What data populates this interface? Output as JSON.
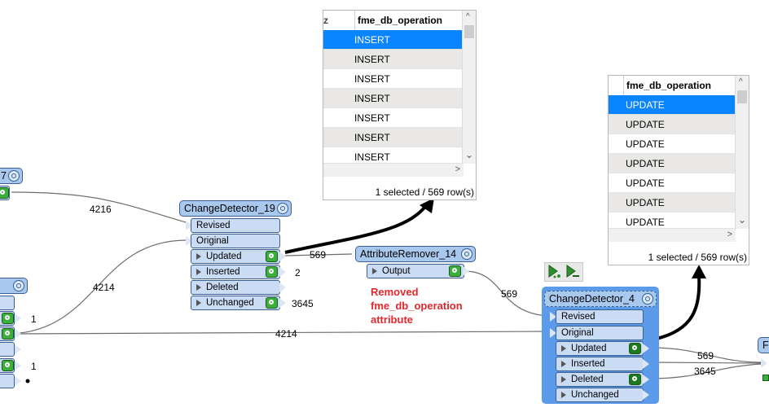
{
  "table_top": {
    "partial_header": "z",
    "column": "fme_db_operation",
    "rows": [
      "INSERT",
      "INSERT",
      "INSERT",
      "INSERT",
      "INSERT",
      "INSERT",
      "INSERT"
    ],
    "status": "1 selected / 569 row(s)",
    "scroll_up": "^",
    "scroll_down": "⌄",
    "scroll_right": ">"
  },
  "table_right": {
    "column": "fme_db_operation",
    "rows": [
      "UPDATE",
      "UPDATE",
      "UPDATE",
      "UPDATE",
      "UPDATE",
      "UPDATE",
      "UPDATE"
    ],
    "status": "1 selected / 569 row(s)",
    "scroll_up": "^",
    "scroll_down": "⌄",
    "scroll_right": ">"
  },
  "left_nodes": {
    "top_title_fragment": "7"
  },
  "change_detector_19": {
    "title": "ChangeDetector_19",
    "inputs": [
      "Revised",
      "Original"
    ],
    "outputs": [
      "Updated",
      "Inserted",
      "Deleted",
      "Unchanged"
    ]
  },
  "attribute_remover_14": {
    "title": "AttributeRemover_14",
    "outputs": [
      "Output"
    ]
  },
  "change_detector_4": {
    "title": "ChangeDetector_4",
    "inputs": [
      "Revised",
      "Original"
    ],
    "outputs": [
      "Updated",
      "Inserted",
      "Deleted",
      "Unchanged"
    ]
  },
  "edge_counts": {
    "left_to_revised": "4216",
    "left_to_original": "4214",
    "updated_to_remover": "569",
    "inserted": "2",
    "unchanged": "3645",
    "remover_to_cd4": "569",
    "bottom_original": "4214",
    "left_port_1": "1",
    "left_port_4": "1",
    "cd4_updated": "569",
    "cd4_deleted": "3645"
  },
  "annotation": {
    "line1": "Removed",
    "line2": "fme_db_operation",
    "line3": "attribute"
  },
  "right_fragment_title": "Fe",
  "colors": {
    "node_fill": "#a9c8ee",
    "port_fill": "#c9dcf4",
    "selected_row": "#0b84ff",
    "selected_node": "#5b9bea",
    "annotation": "#e0282e",
    "inspector": "#3cae3c"
  }
}
